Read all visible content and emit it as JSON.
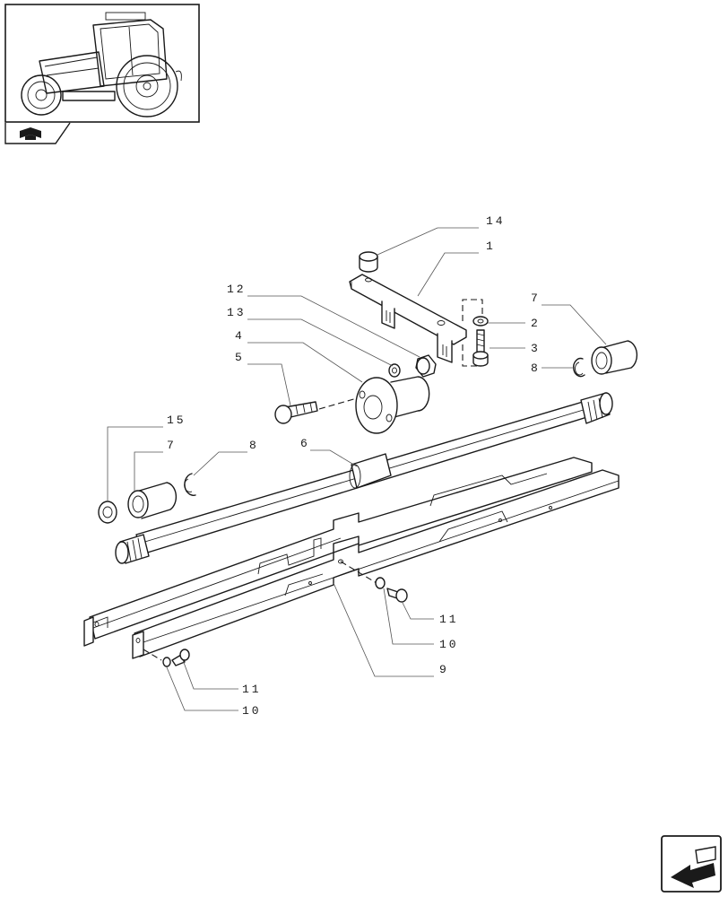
{
  "thumbnail": {
    "icon": "tractor-icon"
  },
  "section_tab": {
    "icon": "book-icon"
  },
  "nav_button": {
    "icon": "arrow-back-icon"
  },
  "callouts": {
    "c1": "1",
    "c2": "2",
    "c3": "3",
    "c4": "4",
    "c5": "5",
    "c6": "6",
    "c7a": "7",
    "c7b": "7",
    "c8a": "8",
    "c8b": "8",
    "c9": "9",
    "c10a": "10",
    "c10b": "10",
    "c11a": "11",
    "c11b": "11",
    "c12": "12",
    "c13": "13",
    "c14": "14",
    "c15": "15"
  }
}
